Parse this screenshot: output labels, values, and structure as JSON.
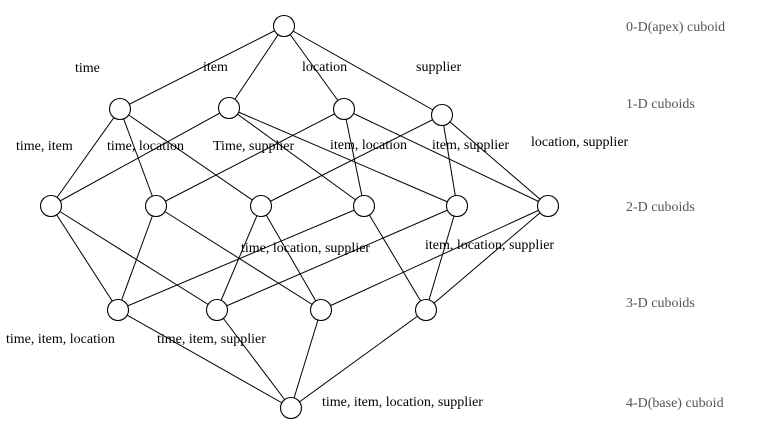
{
  "levels": [
    {
      "id": "0",
      "label": "0-D(apex) cuboid"
    },
    {
      "id": "1",
      "label": "1-D cuboids"
    },
    {
      "id": "2",
      "label": "2-D cuboids"
    },
    {
      "id": "3",
      "label": "3-D cuboids"
    },
    {
      "id": "4",
      "label": "4-D(base) cuboid"
    }
  ],
  "nodes": [
    {
      "id": "apex",
      "label": ""
    },
    {
      "id": "time",
      "label": "time"
    },
    {
      "id": "item",
      "label": "item"
    },
    {
      "id": "location",
      "label": "location"
    },
    {
      "id": "supplier",
      "label": "supplier"
    },
    {
      "id": "time-item",
      "label": "time, item"
    },
    {
      "id": "time-location",
      "label": "time, location"
    },
    {
      "id": "time-supplier",
      "label": "Time, supplier"
    },
    {
      "id": "item-location",
      "label": "item, location"
    },
    {
      "id": "item-supplier",
      "label": "item, supplier"
    },
    {
      "id": "location-supplier",
      "label": "location, supplier"
    },
    {
      "id": "time-item-location",
      "label": "time, item, location"
    },
    {
      "id": "time-item-supplier",
      "label": "time, item, supplier"
    },
    {
      "id": "time-location-supplier",
      "label": "time, location, supplier"
    },
    {
      "id": "item-location-supplier",
      "label": "item, location, supplier"
    },
    {
      "id": "base",
      "label": "time, item, location, supplier"
    }
  ],
  "edges": [
    [
      "apex",
      "time"
    ],
    [
      "apex",
      "item"
    ],
    [
      "apex",
      "location"
    ],
    [
      "apex",
      "supplier"
    ],
    [
      "time",
      "time-item"
    ],
    [
      "time",
      "time-location"
    ],
    [
      "time",
      "time-supplier"
    ],
    [
      "item",
      "time-item"
    ],
    [
      "item",
      "item-location"
    ],
    [
      "item",
      "item-supplier"
    ],
    [
      "location",
      "time-location"
    ],
    [
      "location",
      "item-location"
    ],
    [
      "location",
      "location-supplier"
    ],
    [
      "supplier",
      "time-supplier"
    ],
    [
      "supplier",
      "item-supplier"
    ],
    [
      "supplier",
      "location-supplier"
    ],
    [
      "time-item",
      "time-item-location"
    ],
    [
      "time-item",
      "time-item-supplier"
    ],
    [
      "time-location",
      "time-item-location"
    ],
    [
      "time-location",
      "time-location-supplier"
    ],
    [
      "time-supplier",
      "time-item-supplier"
    ],
    [
      "time-supplier",
      "time-location-supplier"
    ],
    [
      "item-location",
      "time-item-location"
    ],
    [
      "item-location",
      "item-location-supplier"
    ],
    [
      "item-supplier",
      "time-item-supplier"
    ],
    [
      "item-supplier",
      "item-location-supplier"
    ],
    [
      "location-supplier",
      "time-location-supplier"
    ],
    [
      "location-supplier",
      "item-location-supplier"
    ],
    [
      "time-item-location",
      "base"
    ],
    [
      "time-item-supplier",
      "base"
    ],
    [
      "time-location-supplier",
      "base"
    ],
    [
      "item-location-supplier",
      "base"
    ]
  ]
}
